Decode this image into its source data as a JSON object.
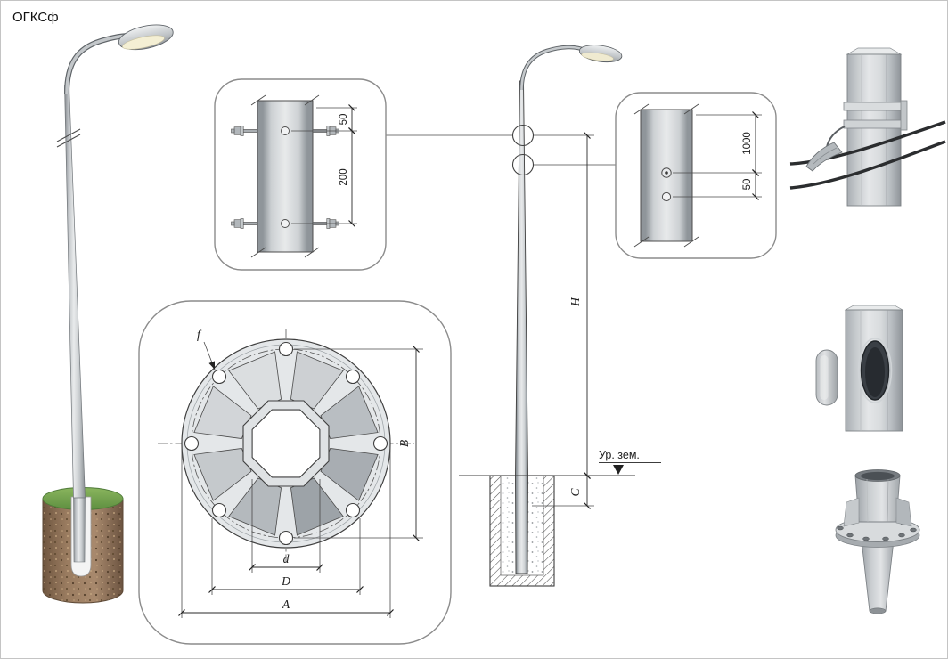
{
  "title": "ОГКСф",
  "colors": {
    "line": "#3f3f3f",
    "metal_light": "#e8eaeb",
    "metal_dark": "#8f959a",
    "soil_brown": "#8a6d52",
    "grass_green": "#6aa84f",
    "background": "#ffffff"
  },
  "callouts": {
    "clamp_detail": {
      "dim_edge_offset": "50",
      "dim_bolt_spacing": "200"
    },
    "hole_detail": {
      "dim_height_from_top": "1000",
      "dim_hole_offset": "50"
    }
  },
  "elevation": {
    "dim_total_height": "H",
    "dim_embedment": "C",
    "ground_label": "Ур. зем."
  },
  "flange_plan": {
    "dim_hole_dia": "f",
    "dim_bolt_span": "B",
    "dim_shaft_width": "d",
    "dim_gusset_dia": "D",
    "dim_plate_dia": "A"
  }
}
